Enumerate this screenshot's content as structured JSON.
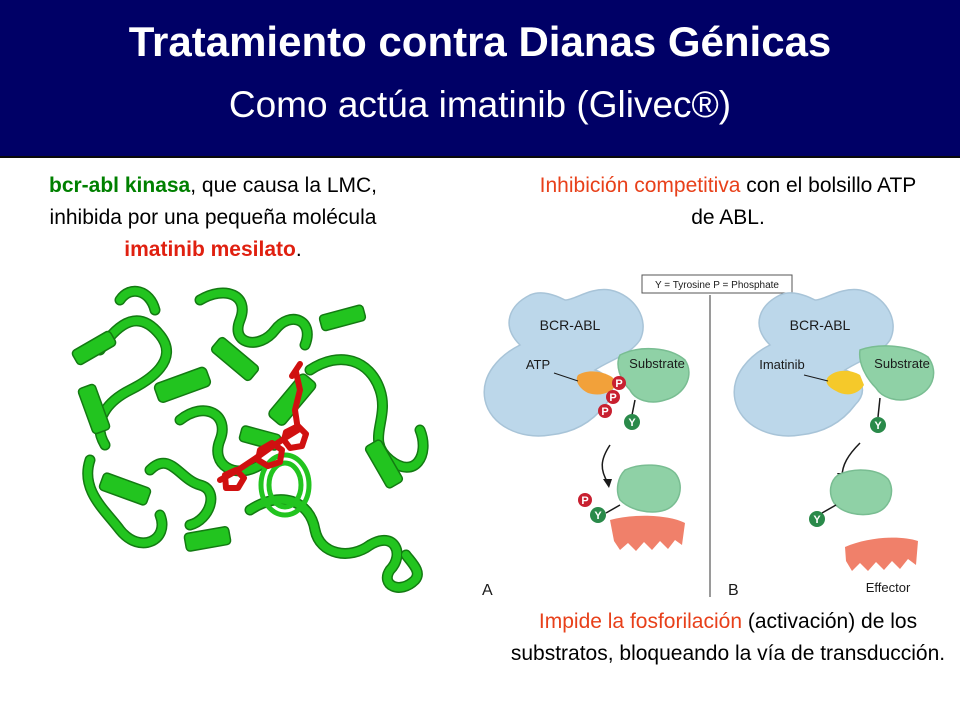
{
  "header": {
    "title": "Tratamiento contra Dianas Génicas",
    "subtitle": "Como actúa imatinib (Glivec®)"
  },
  "left_text": {
    "part1_bold_green": "bcr-abl kinasa",
    "part2": ", que causa la LMC, inhibida por una pequeña molécula ",
    "part3_bold_red": "imatinib mesilato",
    "part4": "."
  },
  "right_text": {
    "part1_orange": "Inhibición competitiva",
    "part2": " con el bolsillo ATP de ABL."
  },
  "bottom_text": {
    "part1_orange": "Impide la fosforilación",
    "part2": " (activación) de los substratos, bloqueando la vía de transducción."
  },
  "diagram": {
    "legend": "Y = Tyrosine   P = Phosphate",
    "panel_a": {
      "letter": "A",
      "enzyme_label": "BCR-ABL",
      "ligand_label": "ATP",
      "substrate_label": "Substrate",
      "phosphate_symbol": "P",
      "tyrosine_symbol": "Y"
    },
    "panel_b": {
      "letter": "B",
      "enzyme_label": "BCR-ABL",
      "ligand_label": "Imatinib",
      "substrate_label": "Substrate",
      "tyrosine_symbol": "Y",
      "effector_label": "Effector"
    }
  },
  "colors": {
    "header_bg": "#000066",
    "protein_green": "#22c41f",
    "ligand_red": "#d01010",
    "enzyme_blue": "#bcd7ea",
    "substrate_green": "#8fd1a6",
    "atp_orange": "#f2a13a",
    "imatinib_yellow": "#f5c92a",
    "phosphate_red": "#c82030",
    "tyrosine_green": "#2a8a4a",
    "effector_salmon": "#f0806a"
  }
}
